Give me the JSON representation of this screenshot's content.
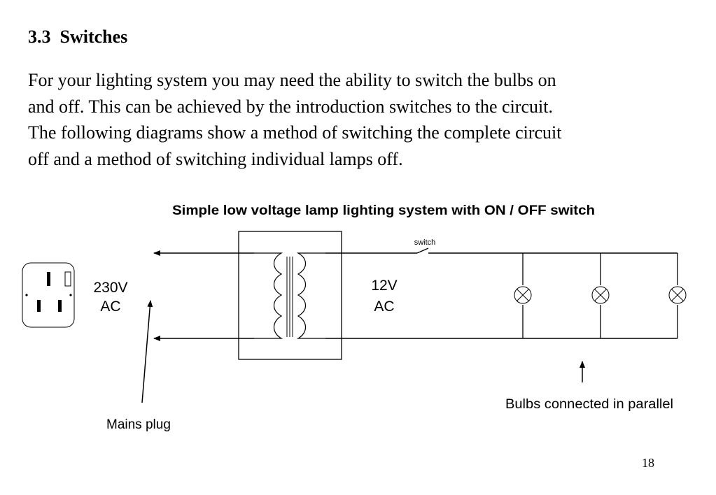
{
  "section": {
    "heading": "3.3  Switches",
    "paragraph_lines": [
      "For your lighting system you may need the ability to switch the bulbs on",
      "and off.  This can be achieved by the introduction switches to the circuit.",
      "The following diagrams show a method of switching the complete circuit",
      "off and a method of switching individual lamps off."
    ]
  },
  "diagram": {
    "title": "Simple low voltage lamp lighting system with ON / OFF switch",
    "switch_label": "switch",
    "primary_voltage": "230V",
    "primary_type": "AC",
    "secondary_voltage": "12V",
    "secondary_type": "AC",
    "mains_plug_label": "Mains plug",
    "bulbs_label": "Bulbs connected in parallel",
    "bulb_count": 3
  },
  "page_number": "18"
}
